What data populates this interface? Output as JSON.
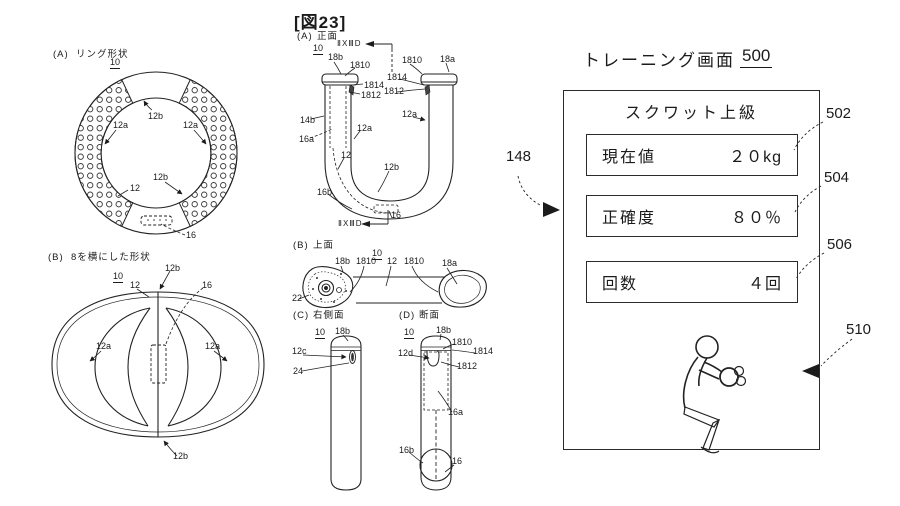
{
  "page": {
    "background": "#ffffff",
    "ink": "#1b1b1b"
  },
  "device_views": {
    "ring_shape": {
      "tag": "(A)",
      "title": "リング形状",
      "refs": {
        "body": "10",
        "tube_top": "12b",
        "grip_left": "12a",
        "grip_right": "12a",
        "tube_bottom": "12b",
        "ring": "12",
        "band": "16"
      }
    },
    "figure_eight_shape": {
      "tag": "(B)",
      "title": "8を横にした形状",
      "refs": {
        "body": "10",
        "ring": "12",
        "tube_top": "12b",
        "band": "16",
        "grip_left": "12a",
        "grip_right": "12a",
        "tube_bottom": "12b"
      }
    }
  },
  "fig23": {
    "header": "[図23]",
    "front_view": {
      "tag": "(A)",
      "title": "正面",
      "section_marker_top": "ⅡXⅢD",
      "section_marker_bottom": "ⅡXⅢD",
      "refs": {
        "body": "10",
        "cap_left": "18b",
        "cap_left_edge": "1810",
        "cap_left_tab": "1814",
        "cap_left_notch": "1812",
        "cap_right_edge": "1810",
        "cap_right": "18a",
        "cap_right_tab": "1814",
        "cap_right_notch": "1812",
        "strap_left": "14b",
        "band_upper": "16a",
        "grip_inner_left": "12a",
        "grip_right": "12a",
        "ring": "12",
        "tube": "12b",
        "band_lower": "16b",
        "band": "16"
      }
    },
    "top_view": {
      "tag": "(B)",
      "title": "上面",
      "refs": {
        "body": "10",
        "cap_left": "18b",
        "edge_left": "1810",
        "ring": "12",
        "edge_right": "1810",
        "cap_right": "18a",
        "lens": "22"
      }
    },
    "right_side_view": {
      "tag": "(C)",
      "title": "右側面",
      "refs": {
        "body": "10",
        "cap": "18b",
        "button": "12c",
        "port": "24"
      }
    },
    "cross_section_view": {
      "tag": "(D)",
      "title": "断面",
      "refs": {
        "body": "10",
        "cap": "18b",
        "edge": "1810",
        "tab": "1814",
        "inner": "12d",
        "notch": "1812",
        "band_upper": "16a",
        "band_lower": "16b",
        "band": "16"
      }
    }
  },
  "training_screen": {
    "heading": "トレーニング画面",
    "heading_ref": "500",
    "screen_pointer_ref": "148",
    "panel_title": "スクワット上級",
    "rows": [
      {
        "label": "現在値",
        "value": "２０kg",
        "ref": "502"
      },
      {
        "label": "正確度",
        "value": "８０％",
        "ref": "504"
      },
      {
        "label": "回数",
        "value": "４回",
        "ref": "506"
      }
    ],
    "character_ref": "510",
    "character_icon": "squatting-person-with-ring-icon"
  }
}
